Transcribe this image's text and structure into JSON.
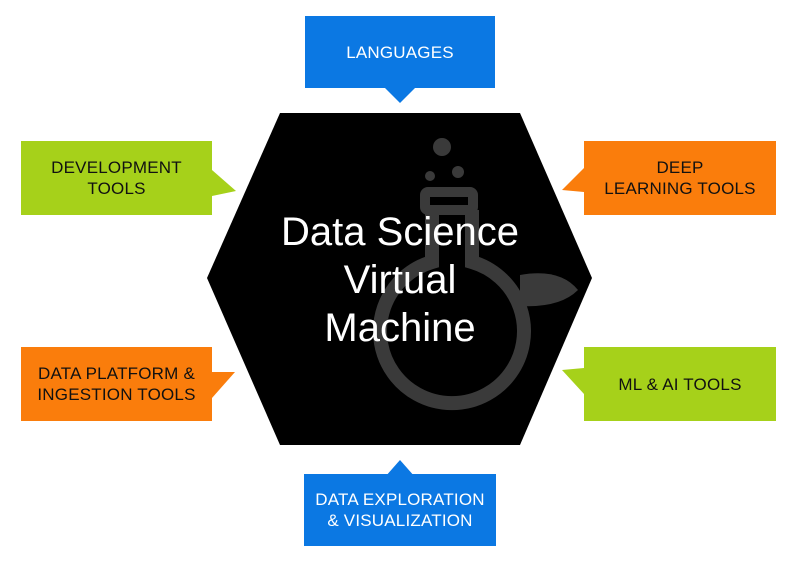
{
  "center": {
    "lines": [
      "Data Science",
      "Virtual",
      "Machine"
    ],
    "icon": "flask-icon"
  },
  "callouts": {
    "languages": {
      "lines": [
        "LANGUAGES"
      ],
      "color": "#0b78e3"
    },
    "development_tools": {
      "lines": [
        "DEVELOPMENT",
        "TOOLS"
      ],
      "color": "#a6d11a"
    },
    "deep_learning_tools": {
      "lines": [
        "DEEP",
        "LEARNING TOOLS"
      ],
      "color": "#fa7d0c"
    },
    "data_platform": {
      "lines": [
        "DATA PLATFORM &",
        "INGESTION TOOLS"
      ],
      "color": "#fa7d0c"
    },
    "ml_ai_tools": {
      "lines": [
        "ML & AI TOOLS"
      ],
      "color": "#a6d11a"
    },
    "data_exploration": {
      "lines": [
        "DATA EXPLORATION",
        "& VISUALIZATION"
      ],
      "color": "#0b78e3"
    }
  },
  "colors": {
    "hexagon": "#000000",
    "icon": "#3a3a3a"
  }
}
